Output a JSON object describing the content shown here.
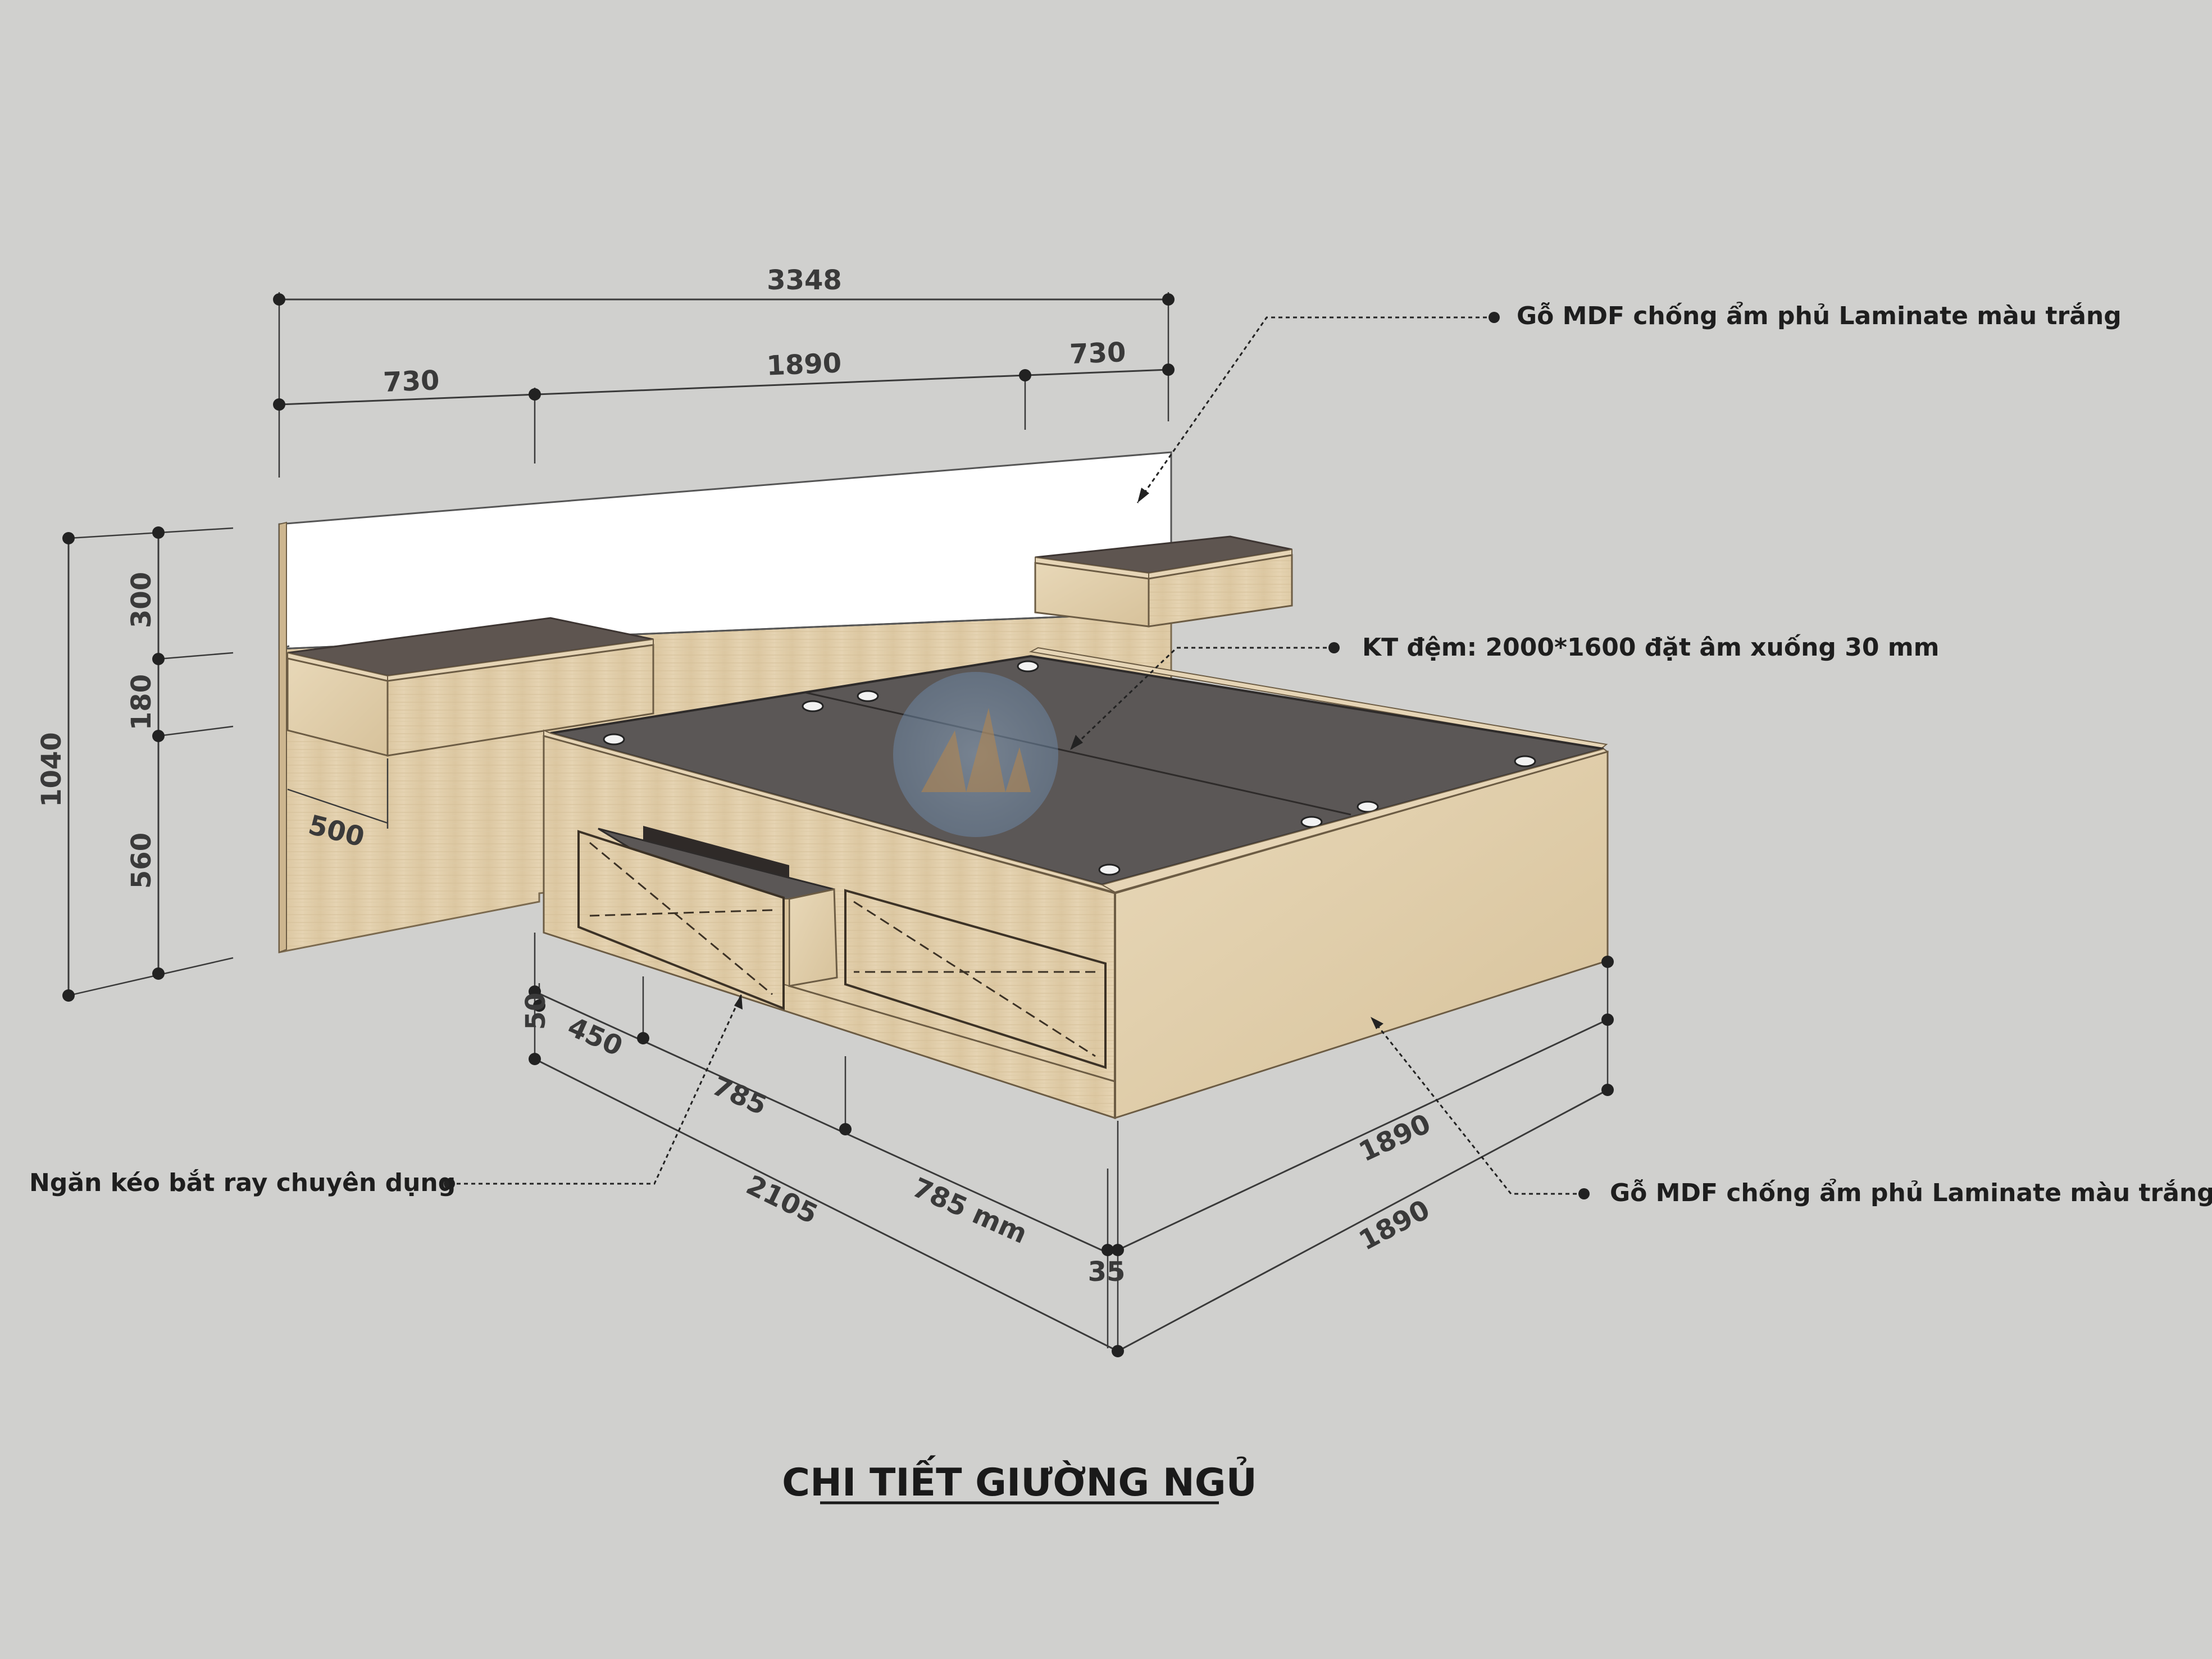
{
  "diagram": {
    "title": "CHI TIẾT GIƯỜNG NGỦ",
    "callouts": {
      "headboard_top": "Gỗ MDF chống ẩm phủ Laminate màu trắng",
      "mattress": "KT đệm: 2000*1600 đặt âm xuống 30 mm",
      "drawer": "Ngăn kéo bắt ray chuyên dụng",
      "bed_body": "Gỗ MDF chống ẩm phủ Laminate màu trắng"
    },
    "dimensions": {
      "overall_width": "3348",
      "side_left": "730",
      "middle": "1890",
      "side_right": "730",
      "total_height": "1040",
      "h_top": "300",
      "h_mid": "180",
      "h_bottom": "560",
      "shelf_depth": "500",
      "base_offset": "50",
      "drawer_start": "450",
      "drawer_1": "785",
      "drawer_2": "785 mm",
      "bed_length": "2105",
      "bed_width_top": "1890",
      "bed_width_bottom": "1890",
      "base_gap": "35"
    },
    "colors": {
      "background": "#d0d0ce",
      "wood": "#e2cfac",
      "wood_dark": "#c9b38c",
      "platform": "#5b5756",
      "white_panel": "#ffffff"
    }
  }
}
